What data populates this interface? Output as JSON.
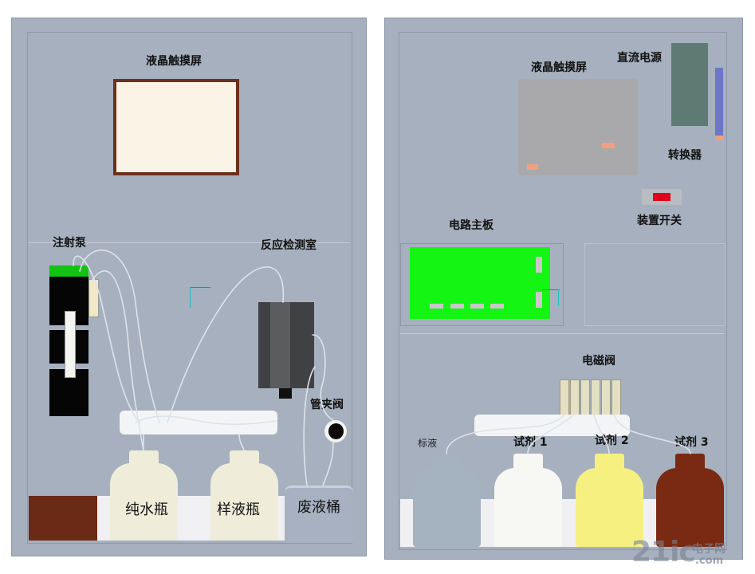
{
  "left_panel": {
    "lcd_label": "液晶触摸屏",
    "syringe_pump_label": "注射泵",
    "reaction_chamber_label": "反应检测室",
    "pinch_valve_label": "管夹阀",
    "bottles": [
      {
        "text": "纯水瓶"
      },
      {
        "text": "样液瓶"
      },
      {
        "text": "废液桶"
      }
    ]
  },
  "right_panel": {
    "lcd_label": "液晶触摸屏",
    "dc_power_label": "直流电源",
    "converter_label": "转换器",
    "switch_label": "装置开关",
    "mainboard_label": "电路主板",
    "solenoid_label": "电磁阀",
    "bottles": [
      {
        "text": "标液"
      },
      {
        "text": "试剂 1"
      },
      {
        "text": "试剂 2"
      },
      {
        "text": "试剂 3"
      }
    ]
  },
  "watermark": {
    "text": "21ic",
    "sub1": "电子网",
    "sub2": ".com"
  },
  "colors": {
    "panel": "#a6b0be",
    "lcd_left_fill": "#fbf4e6",
    "lcd_left_border": "#6d2f1e",
    "lcd_right": "#a9a9ab",
    "mainboard": "#14f514",
    "dc_power": "#5e7b73",
    "switch_red": "#e0001a",
    "reagent_yellow": "#f6f081",
    "reagent_brown": "#7a2a12",
    "standard_blue": "#a5b2c0"
  }
}
